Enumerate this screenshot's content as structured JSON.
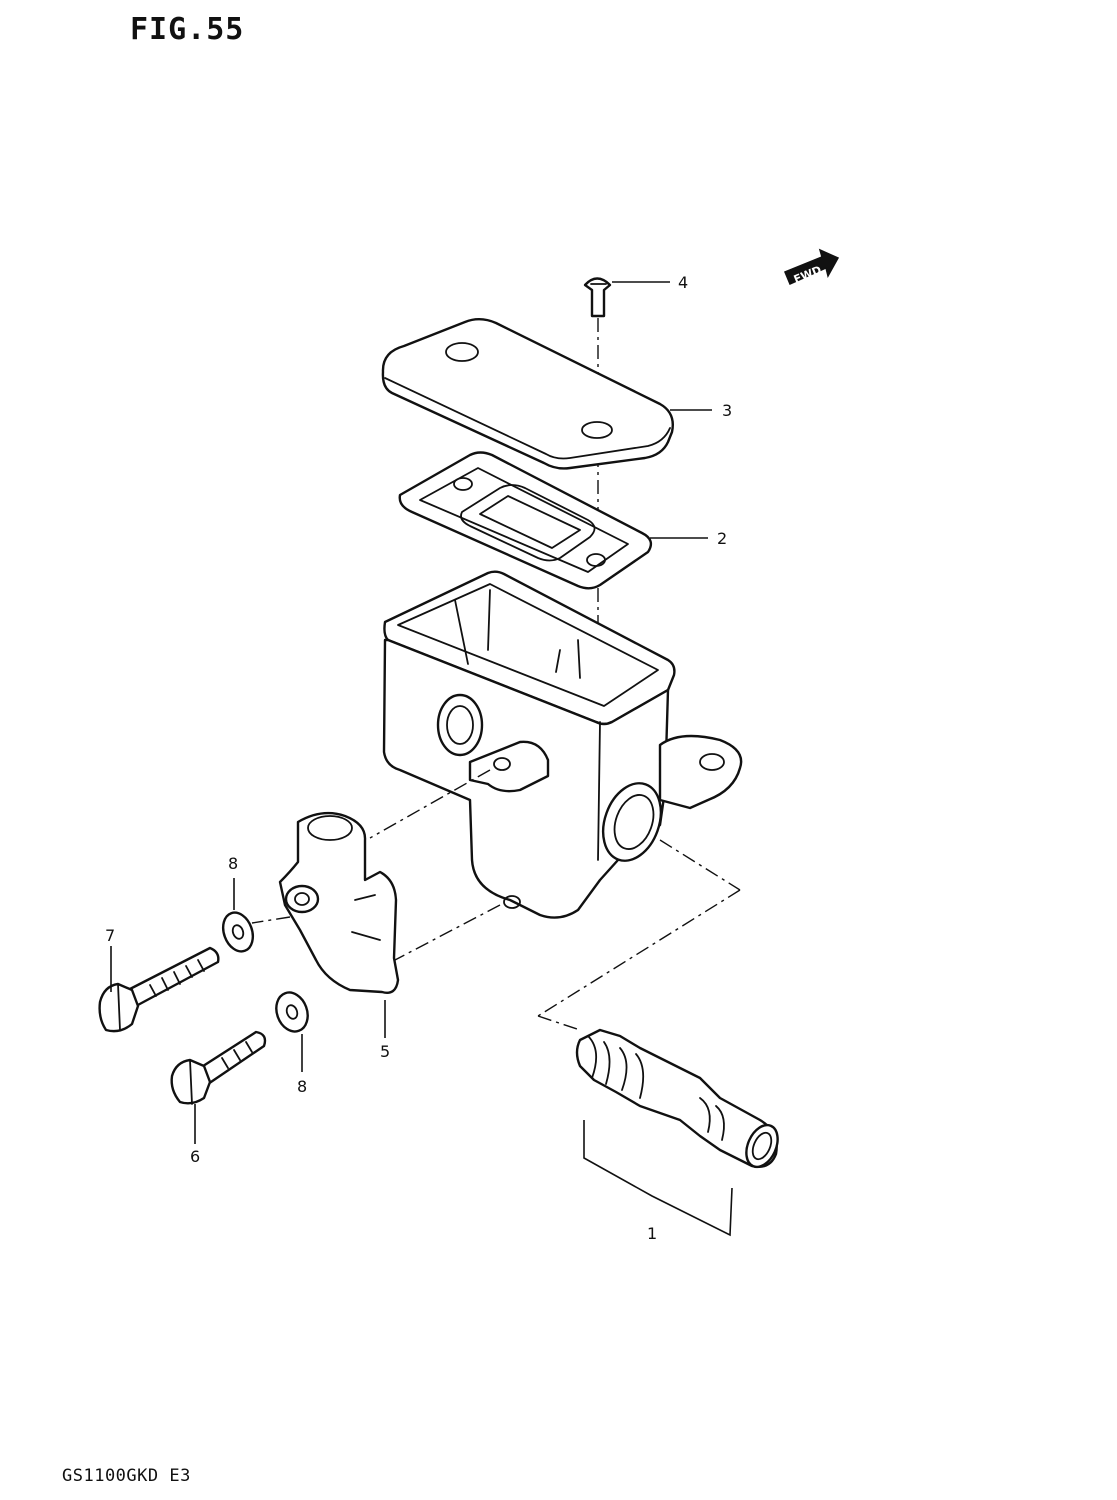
{
  "figure": {
    "title": "FIG.55",
    "footer": "GS1100GKD E3",
    "fwd_label": "FWD"
  },
  "callouts": [
    {
      "id": "c1",
      "label": "1"
    },
    {
      "id": "c2",
      "label": "2"
    },
    {
      "id": "c3",
      "label": "3"
    },
    {
      "id": "c4",
      "label": "4"
    },
    {
      "id": "c5",
      "label": "5"
    },
    {
      "id": "c6",
      "label": "6"
    },
    {
      "id": "c7",
      "label": "7"
    },
    {
      "id": "c8a",
      "label": "8"
    },
    {
      "id": "c8b",
      "label": "8"
    }
  ]
}
